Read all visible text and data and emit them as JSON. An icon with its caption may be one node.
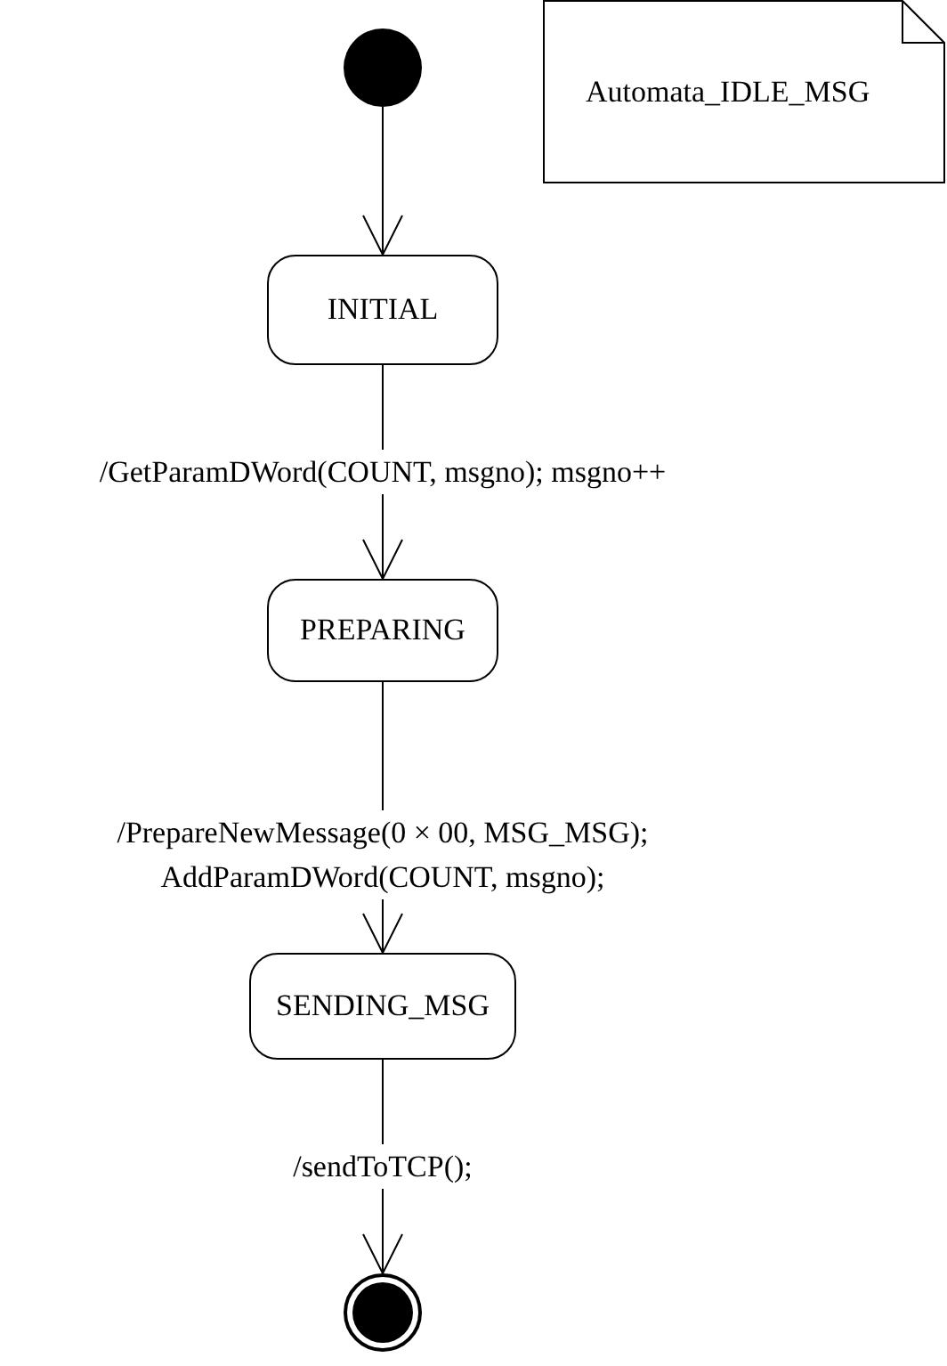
{
  "diagram": {
    "nodes": [
      {
        "text": [],
        "shape": "circle"
      },
      {
        "text": [
          "Automata_IDLE_MSG"
        ]
      },
      {
        "text": [
          "INITIAL"
        ]
      },
      {
        "text": [
          "PREPARING"
        ]
      },
      {
        "text": [
          "SENDING_MSG"
        ]
      },
      {
        "text": [],
        "shape": "bullseye"
      }
    ],
    "edges": [
      {
        "from": 0,
        "to": 2,
        "arrow": "to"
      },
      {
        "from": 2,
        "to": 3,
        "arrow": "to",
        "label": "/GetParamDWord(COUNT, msgno); msgno++"
      },
      {
        "from": 3,
        "to": 4,
        "arrow": "to",
        "label": "/PrepareNewMessage(0 × 00, MSG_MSG); AddParamDWord(COUNT, msgno);"
      },
      {
        "from": 4,
        "to": 5,
        "arrow": "to",
        "label": "/sendToTCP();"
      }
    ]
  }
}
